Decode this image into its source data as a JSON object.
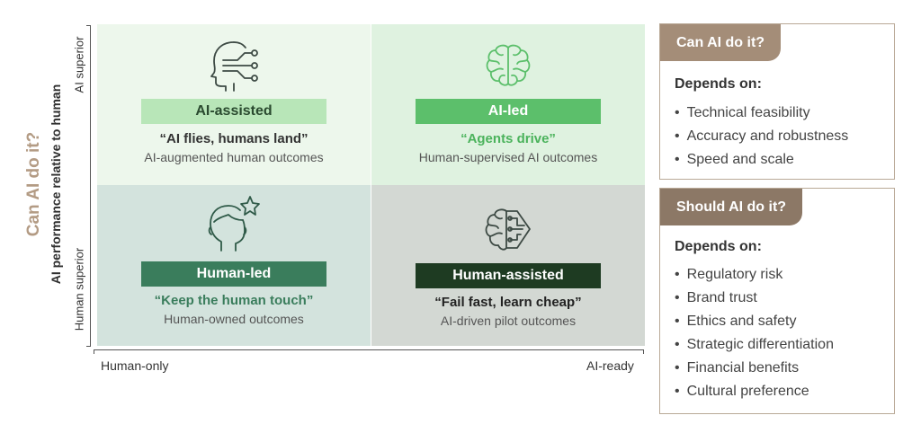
{
  "y_axis": {
    "title": "Can AI do it?",
    "subtitle": "AI performance relative to human",
    "top_label": "AI superior",
    "bottom_label": "Human superior"
  },
  "x_axis": {
    "left_label": "Human-only",
    "right_label": "AI-ready"
  },
  "quadrants": {
    "ai_assisted": {
      "title": "AI-assisted",
      "quote": "“AI flies, humans land”",
      "outcome": "AI-augmented human outcomes",
      "icon": "head-circuit-icon"
    },
    "ai_led": {
      "title": "AI-led",
      "quote": "“Agents drive”",
      "outcome": "Human-supervised AI outcomes",
      "icon": "brain-icon"
    },
    "human_led": {
      "title": "Human-led",
      "quote": "“Keep the human touch”",
      "outcome": "Human-owned outcomes",
      "icon": "head-star-icon"
    },
    "human_assisted": {
      "title": "Human-assisted",
      "quote": "“Fail fast, learn cheap”",
      "outcome": "AI-driven pilot outcomes",
      "icon": "brain-circuit-icon"
    }
  },
  "panels": {
    "can": {
      "title": "Can AI do it?",
      "depends": "Depends on:",
      "items": [
        "Technical feasibility",
        "Accuracy and robustness",
        "Speed and scale"
      ]
    },
    "should": {
      "title": "Should AI do it?",
      "depends": "Depends on:",
      "items": [
        "Regulatory risk",
        "Brand trust",
        "Ethics and safety",
        "Strategic differentiation",
        "Financial benefits",
        "Cultural preference"
      ]
    }
  },
  "colors": {
    "ai_assisted_bar": "#b8e6b8",
    "ai_led_bar": "#5cbf6b",
    "human_led_bar": "#3a7d5c",
    "human_assisted_bar": "#1e3b22",
    "can_tab": "#a48d78",
    "should_tab": "#8c7866",
    "axis_title": "#b39b84"
  }
}
